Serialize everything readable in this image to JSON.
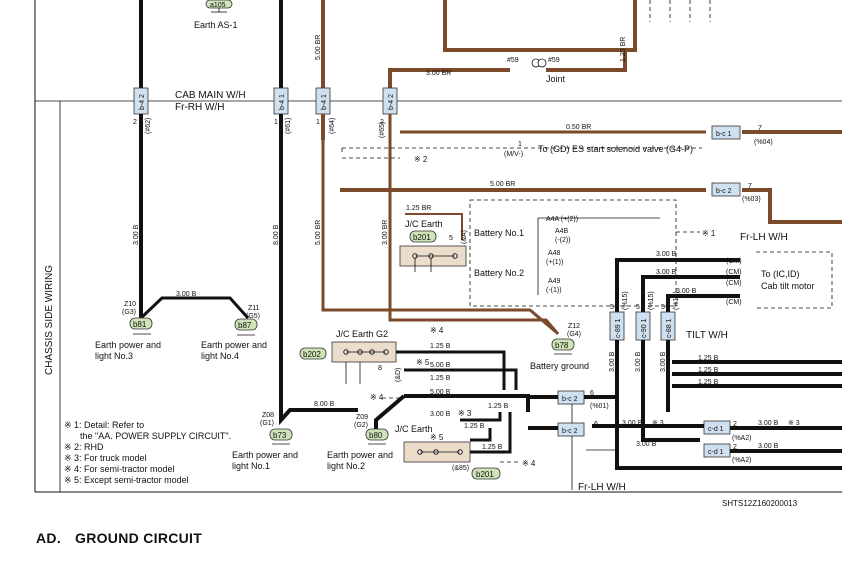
{
  "section": {
    "number": "AD.",
    "title": "GROUND CIRCUIT"
  },
  "drawing_code": "SHTS12Z160200013",
  "side_label": "CHASSIS SIDE WIRING",
  "harness": {
    "cab_main": "CAB MAIN W/H",
    "fr_rh": "Fr-RH W/H",
    "fr_lh_right": "Fr-LH W/H",
    "fr_lh_bottom": "Fr-LH W/H",
    "tilt": "TILT W/H"
  },
  "earth_as1": {
    "code": "a105",
    "label": "Earth AS-1"
  },
  "joint": {
    "label": "Joint",
    "left_pin": "#59",
    "right_pin": "#59"
  },
  "connectors": {
    "b4a": "b-4 2",
    "b4b": "b-4 1",
    "b4c": "b-4 1",
    "b4d": "b-4 2",
    "bc1": "b-c 1",
    "bc2a": "b-c 2",
    "bc2b": "b-c 2",
    "bc2c": "b-c 2",
    "b89": "c-89 1",
    "b90": "c-90 1",
    "b88": "c-88 1",
    "cd1a": "c-d 1",
    "cd1b": "c-d 1"
  },
  "wire_labels": {
    "w1": "3.00 BR",
    "w2": "1.25 BR",
    "w3": "5.00 BR",
    "w4": "0.50 BR",
    "w5": "5.00 BR",
    "w6": "1.25 BR",
    "w7": "3.00 BR",
    "w8": "5.00 BR",
    "w9": "8.00 B",
    "w10": "3.00 B",
    "w11": "3.00 B",
    "w12": "3.00 B",
    "w13": "3.00 B",
    "w14": "3.00 B",
    "w15": "1.25 B",
    "w16": "1.25 B",
    "w17": "5.00 B",
    "w18": "5.00 B",
    "w19": "8.00 B",
    "w20": "3.00 B",
    "w21": "1.25 B",
    "w22": "1.25 B",
    "w23": "1.25 B",
    "w24": "1.25 B",
    "w25": "1.25 B",
    "w26": "1.25 B",
    "w27": "3.00 B",
    "w28": "3.00 B",
    "w29": "3.00 B",
    "w30": "3.00 B",
    "w31": "3.00 B",
    "w32": "3.00 B",
    "w33": "3.00 B"
  },
  "pins": {
    "p2": "2",
    "p1": "1",
    "p1b": "1",
    "p2b": "2",
    "p7a": "7",
    "p7b": "7",
    "p6a": "6",
    "p6b": "6",
    "p5a": "5",
    "p5b": "5",
    "p5c": "5",
    "p2c": "2",
    "p2d": "2",
    "pM1": "1",
    "pJA": "5",
    "p8": "8"
  },
  "pin_notes": {
    "n1": "(#62)",
    "n2": "(#61)",
    "n3": "(#64)",
    "n4": "(#65)",
    "n5": "(%04)",
    "n6": "(%03)",
    "n7": "(%01)",
    "n8": "(%15)",
    "n9": "(%15)",
    "n10": "(%15)",
    "n11": "(%A2)",
    "n12": "(%A2)",
    "n13": "(&A)",
    "n14": "(&B)",
    "n15": "(&85)",
    "n16": "(M/V-)",
    "n17": "(&D)"
  },
  "notes_mark": {
    "m2a": "※ 2",
    "m1": "※ 1",
    "m4a": "※ 4",
    "m5a": "※ 5",
    "m4b": "※ 4",
    "m3a": "※ 3",
    "m5b": "※ 5",
    "m4c": "※ 4",
    "m3b": "※ 3",
    "m3c": "※ 3"
  },
  "solenoid": "To (GD) ES start solenoid valve (G4-P)",
  "battery": {
    "no1": "Battery No.1",
    "no2": "Battery No.2",
    "a4a": "A4A (+(2))",
    "a4b": "A4B",
    "a4b2": "(-(2))",
    "a48": "A48",
    "a482": "(+(1))",
    "a49": "A49",
    "a492": "(-(1))"
  },
  "jc_earth": {
    "label": "J/C Earth",
    "tag": "b201"
  },
  "jc_earth_g2": {
    "label": "J/C Earth G2",
    "tag": "b202"
  },
  "jc_earth_low": {
    "label": "J/C Earth",
    "tag": "b201"
  },
  "cab_tilt": {
    "to": "To (IC,ID)",
    "label": "Cab tilt motor",
    "cm1": "(CM)",
    "cm2": "(CM)",
    "cm3": "(CM)",
    "cm4": "(CM)"
  },
  "grounds": {
    "z10": {
      "code": "Z10",
      "sub": "(G3)",
      "tag": "b81",
      "l1": "Earth power and",
      "l2": "light No.3"
    },
    "z11": {
      "code": "Z11",
      "sub": "(G5)",
      "tag": "b87",
      "l1": "Earth power and",
      "l2": "light No.4"
    },
    "z08": {
      "code": "Z08",
      "sub": "(G1)",
      "tag": "b73",
      "l1": "Earth power and",
      "l2": "light No.1"
    },
    "z09": {
      "code": "Z09",
      "sub": "(G2)",
      "tag": "b80",
      "l1": "Earth power and",
      "l2": "light No.2"
    },
    "z12": {
      "code": "Z12",
      "sub": "(G4)",
      "tag": "b78",
      "l1": "Battery ground"
    }
  },
  "notes": [
    "※ 1: Detail: Refer to",
    "the \"AA. POWER SUPPLY CIRCUIT\".",
    "※ 2: RHD",
    "※ 3: For truck model",
    "※ 4: For semi-tractor model",
    "※ 5: Except semi-tractor model"
  ],
  "colors": {
    "brown_wire": "#7a4a2a",
    "black_wire": "#111111",
    "connector": "#cfe0f0",
    "earth_tag": "#cfe3b8",
    "jc_box": "#ecdcca"
  }
}
